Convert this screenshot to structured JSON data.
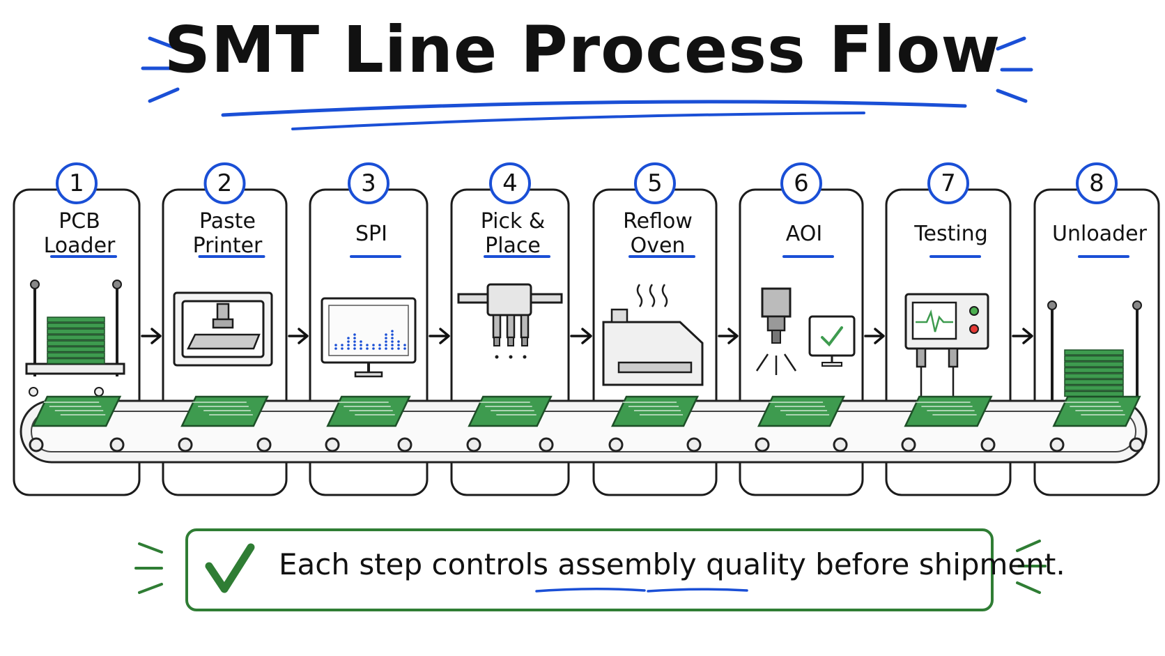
{
  "title": "SMT Line Process Flow",
  "steps": [
    {
      "number": "1",
      "title": "PCB Loader",
      "lines": [
        "PCB",
        "Loader"
      ]
    },
    {
      "number": "2",
      "title": "Paste Printer",
      "lines": [
        "Paste",
        "Printer"
      ]
    },
    {
      "number": "3",
      "title": "SPI",
      "lines": [
        "SPI"
      ]
    },
    {
      "number": "4",
      "title": "Pick & Place",
      "lines": [
        "Pick &",
        "Place"
      ]
    },
    {
      "number": "5",
      "title": "Reflow Oven",
      "lines": [
        "Reflow",
        "Oven"
      ]
    },
    {
      "number": "6",
      "title": "AOI",
      "lines": [
        "AOI"
      ]
    },
    {
      "number": "7",
      "title": "Testing",
      "lines": [
        "Testing"
      ]
    },
    {
      "number": "8",
      "title": "Unloader",
      "lines": [
        "Unloader"
      ]
    }
  ],
  "footer": {
    "text": "Each step controls assembly quality before shipment.",
    "check_icon": "check-icon"
  },
  "colors": {
    "accent_blue": "#1a4fd6",
    "pcb_green": "#3e9b4f",
    "footer_green": "#2f7d34",
    "ink": "#111111"
  }
}
